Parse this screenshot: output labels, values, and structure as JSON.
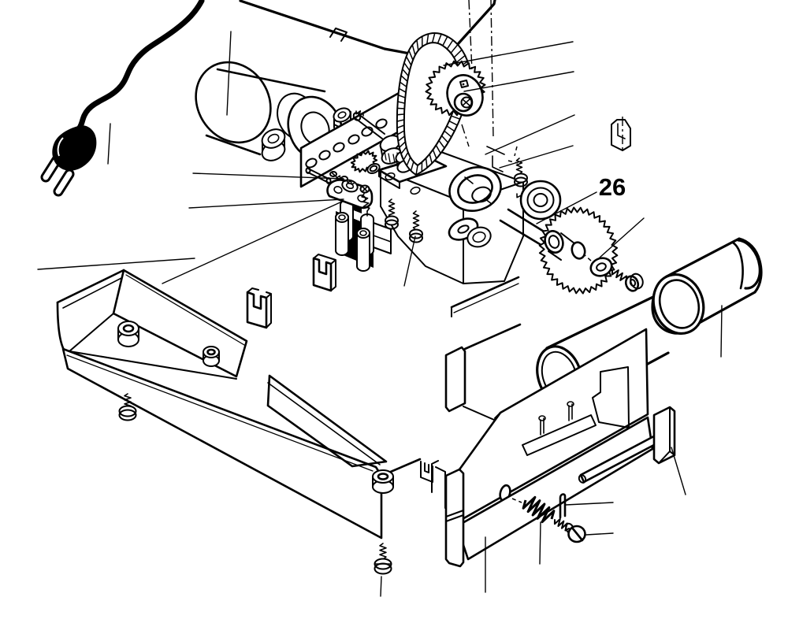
{
  "diagram": {
    "kind": "exploded-parts-diagram",
    "background_color": "#ffffff",
    "line_color": "#000000",
    "callouts": [
      {
        "label": "26",
        "target": "cutter-arbor-assembly"
      }
    ],
    "parts": [
      {
        "id": "power-plug",
        "name": "mains plug with two prongs"
      },
      {
        "id": "power-cord",
        "name": "power supply cord"
      },
      {
        "id": "top-cover",
        "name": "housing top cover (partially cropped)"
      },
      {
        "id": "electric-motor",
        "name": "electric motor with mounting lugs"
      },
      {
        "id": "motor-mount-plate",
        "name": "drilled motor mounting plate"
      },
      {
        "id": "pinion-gear",
        "name": "motor pinion gear"
      },
      {
        "id": "knurled-spacers",
        "name": "knurled spacer nuts"
      },
      {
        "id": "drive-belt",
        "name": "toothed drive belt"
      },
      {
        "id": "belt-pulley",
        "name": "toothed belt pulley with key and bolt"
      },
      {
        "id": "gearbox",
        "name": "gear housing block"
      },
      {
        "id": "flange-bearing",
        "name": "flanged bearing ring"
      },
      {
        "id": "ball-bearing",
        "name": "ball bearing"
      },
      {
        "id": "drive-shaft",
        "name": "output drive shaft and hub"
      },
      {
        "id": "feed-bracket",
        "name": "feed link bracket with screws and springs"
      },
      {
        "id": "roller-block",
        "name": "roller guide block"
      },
      {
        "id": "cutter-blade",
        "name": "toothed circular cutter"
      },
      {
        "id": "blade-washer",
        "name": "cutter clamping washer"
      },
      {
        "id": "blade-screw",
        "name": "cutter arbor screw"
      },
      {
        "id": "end-cap",
        "name": "cylindrical end cap"
      },
      {
        "id": "base-tray",
        "name": "sheet-metal base tray"
      },
      {
        "id": "mounting-bosses",
        "name": "threaded mounting bosses"
      },
      {
        "id": "u-clips",
        "name": "U-shaped retaining clips"
      },
      {
        "id": "foot-screws",
        "name": "base fastening screws"
      },
      {
        "id": "divider-wall",
        "name": "tray divider wall"
      },
      {
        "id": "roller-drum",
        "name": "guide roller drum"
      },
      {
        "id": "side-housing",
        "name": "slotted side housing plate"
      },
      {
        "id": "guide-rod",
        "name": "guide rod"
      },
      {
        "id": "end-block",
        "name": "rod end block"
      },
      {
        "id": "tension-spring",
        "name": "tension spring"
      },
      {
        "id": "slotted-screw",
        "name": "slotted adjusting screw"
      },
      {
        "id": "retaining-pin",
        "name": "retaining pin"
      }
    ]
  }
}
